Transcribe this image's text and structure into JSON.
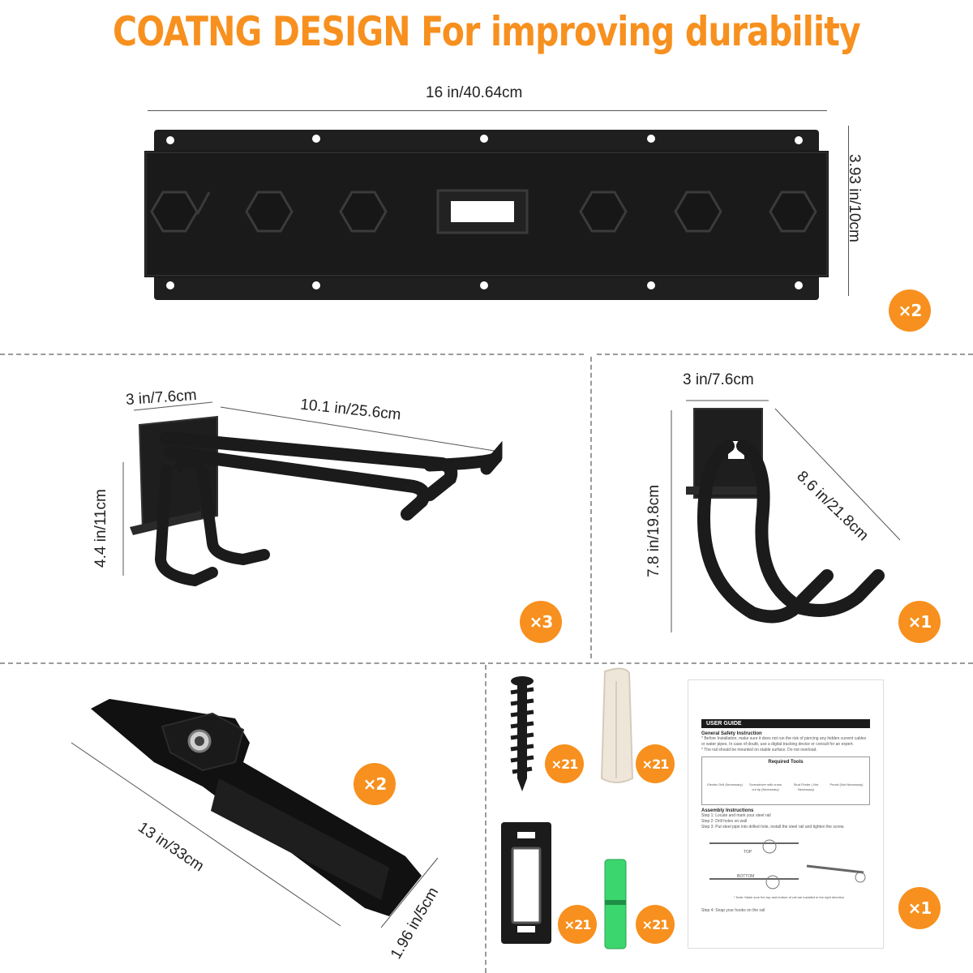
{
  "title": "COATNG DESIGN For improving durability",
  "rail": {
    "width_label": "16 in/40.64cm",
    "height_label": "3.93 in/10cm",
    "qty": "×2"
  },
  "double_hook": {
    "depth_label": "3 in/7.6cm",
    "length_label": "10.1 in/25.6cm",
    "height_label": "4.4 in/11cm",
    "qty": "×3"
  },
  "bike_hook": {
    "width_label": "3 in/7.6cm",
    "height_label": "7.8 in/19.8cm",
    "diag_label": "8.6 in/21.8cm",
    "qty": "×1"
  },
  "strap": {
    "length_label": "13 in/33cm",
    "width_label": "1.96 in/5cm",
    "qty": "×2"
  },
  "hardware": {
    "screw_qty": "×21",
    "anchor_qty": "×21",
    "plate_qty": "×21",
    "level_qty": "×21",
    "guide_qty": "×1"
  },
  "guide": {
    "heading": "USER GUIDE",
    "safety_title": "General Safety Instruction",
    "safety_line1": "* Before Installation, make sure it does not run the risk of piercing any hidden current cables or water pipes. In case of doubt, use a digital tracking device or consult for an expert.",
    "safety_line2": "* The rail should be mounted on stable surface. Do not overload.",
    "tools_title": "Required Tools",
    "tool1": "Electric Drill (Necessary)",
    "tool2": "Screwdriver with cross cut tip (Necessary)",
    "tool3": "Stud Finder ( Not Necessary)",
    "tool4": "Pencil (Not Necessary)",
    "assembly_title": "Assembly Instructions",
    "step1": "Step 1: Locate and mark your steel rail",
    "step2": "Step 2: Drill holes on wall",
    "step3": "Step 3: Put steel pipe into drilled hole, install the steel rail and tighten the screw.",
    "top_label": "TOP",
    "bottom_label": "BOTTOM",
    "note": "* Note: Make sure the top and bottom of rail are installed in the right direction",
    "step4": "Step 4: Snap your hooks on the rail"
  }
}
